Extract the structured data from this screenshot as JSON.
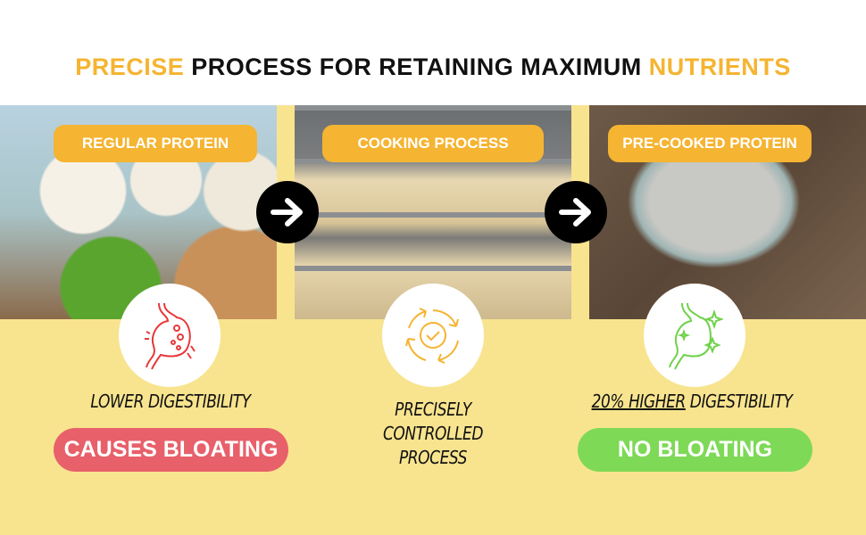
{
  "title": {
    "part1": "PRECISE",
    "part2": " PROCESS FOR RETAINING MAXIMUM ",
    "part3": "NUTRIENTS"
  },
  "colors": {
    "accent": "#f5b431",
    "bad": "#e8606a",
    "good": "#7ed957",
    "background": "#f8e48f"
  },
  "stages": [
    {
      "label": "REGULAR PROTEIN",
      "icon": "bloated-stomach-icon",
      "caption": "LOWER DIGESTIBILITY",
      "result": "CAUSES BLOATING"
    },
    {
      "label": "COOKING PROCESS",
      "icon": "cycle-check-icon",
      "caption_lines": [
        "PRECISELY",
        "CONTROLLED",
        "PROCESS"
      ]
    },
    {
      "label": "PRE-COOKED PROTEIN",
      "icon": "healthy-stomach-icon",
      "caption_emph": "20% HIGHER",
      "caption_rest": " DIGESTIBILITY",
      "result": "NO BLOATING"
    }
  ],
  "arrows": [
    "arrow-right-icon",
    "arrow-right-icon"
  ]
}
